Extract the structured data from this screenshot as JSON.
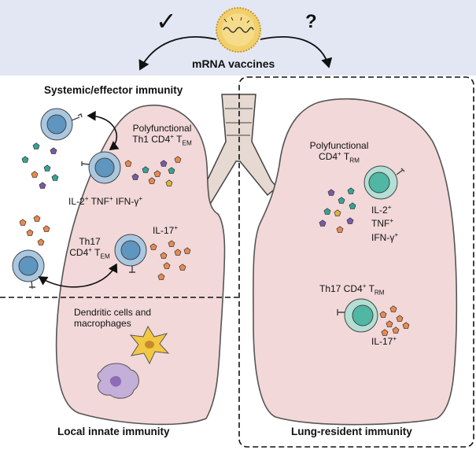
{
  "header": {
    "title": "mRNA vaccines",
    "known_mark": "✓",
    "unknown_mark": "?"
  },
  "sections": {
    "systemic": "Systemic/effector immunity",
    "local_innate": "Local innate immunity",
    "lung_resident": "Lung-resident immunity"
  },
  "left_lung": {
    "th1": {
      "line1": "Polyfunctional",
      "line2_pre": "Th1 CD4",
      "line2_sup": "+",
      "line2_mid": " T",
      "line2_sub": "EM"
    },
    "cytokines": {
      "il2": "IL-2",
      "il2_sup": "+",
      "tnf": " TNF",
      "tnf_sup": "+",
      "ifn": " IFN-γ",
      "ifn_sup": "+"
    },
    "th17": {
      "line1": "Th17",
      "line2_pre": "CD4",
      "line2_sup": "+",
      "line2_mid": " T",
      "line2_sub": "EM"
    },
    "il17": {
      "text": "IL-17",
      "sup": "+"
    },
    "innate": {
      "line1": "Dendritic cells and",
      "line2": "macrophages"
    }
  },
  "right_lung": {
    "trm": {
      "line1": "Polyfunctional",
      "line2_pre": "CD4",
      "line2_sup": "+",
      "line2_mid": " T",
      "line2_sub": "RM"
    },
    "cytokines": {
      "il2": "IL-2",
      "il2_sup": "+",
      "tnf": "TNF",
      "tnf_sup": "+",
      "ifn": "IFN-γ",
      "ifn_sup": "+"
    },
    "th17": {
      "pre": "Th17 CD4",
      "sup": "+",
      "mid": " T",
      "sub": "RM"
    },
    "il17": {
      "text": "IL-17",
      "sup": "+"
    }
  },
  "colors": {
    "header_band": "#e3e7f4",
    "lung_fill": "#f2d8d8",
    "trachea_fill": "#e6d9d1",
    "tcell_membrane": "#aac7e0",
    "tcell_nucleus": "#5e96bf",
    "trm_membrane": "#b3dfd4",
    "trm_nucleus": "#4fb7a4",
    "cyt_orange": "#e88a4f",
    "cyt_teal": "#34a494",
    "cyt_purple": "#7a5ba7",
    "cyt_yellow": "#e0b23a",
    "dendritic_cell": "#f2c843",
    "macrophage": "#c4afd9",
    "nanoparticle": "#f1cf6a"
  },
  "icons": [
    "checkmark-icon",
    "question-mark-icon",
    "lipid-nanoparticle-icon",
    "t-cell-icon",
    "tissue-resident-t-cell-icon",
    "dendritic-cell-icon",
    "macrophage-icon",
    "cytokine-icon"
  ]
}
